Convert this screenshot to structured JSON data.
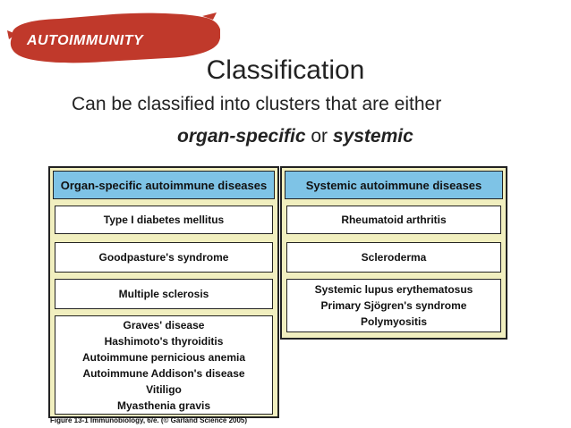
{
  "badge": {
    "label": "AUTOIMMUNITY",
    "color": "#c0392b"
  },
  "title": "Classification",
  "subtitle": {
    "line1": "Can be classified into clusters that are either",
    "term1": "organ-specific",
    "connector": " or ",
    "term2": "systemic"
  },
  "table": {
    "organ": {
      "heading": "Organ-specific autoimmune diseases",
      "box1": "Type I diabetes mellitus",
      "box2": "Goodpasture's syndrome",
      "box3": "Multiple sclerosis",
      "box4": [
        "Graves' disease",
        "Hashimoto's thyroiditis",
        "Autoimmune pernicious anemia",
        "Autoimmune Addison's disease",
        "Vitiligo",
        "Myasthenia gravis"
      ]
    },
    "systemic": {
      "heading": "Systemic autoimmune diseases",
      "box1": "Rheumatoid arthritis",
      "box2": "Scleroderma",
      "box3": [
        "Systemic lupus erythematosus",
        "Primary Sjögren's syndrome",
        "Polymyositis"
      ]
    },
    "colors": {
      "header": "#7ec3e6",
      "panel": "#f1efbf"
    }
  },
  "caption": "Figure 13-1 Immunobiology, 6/e. (© Garland Science 2005)"
}
